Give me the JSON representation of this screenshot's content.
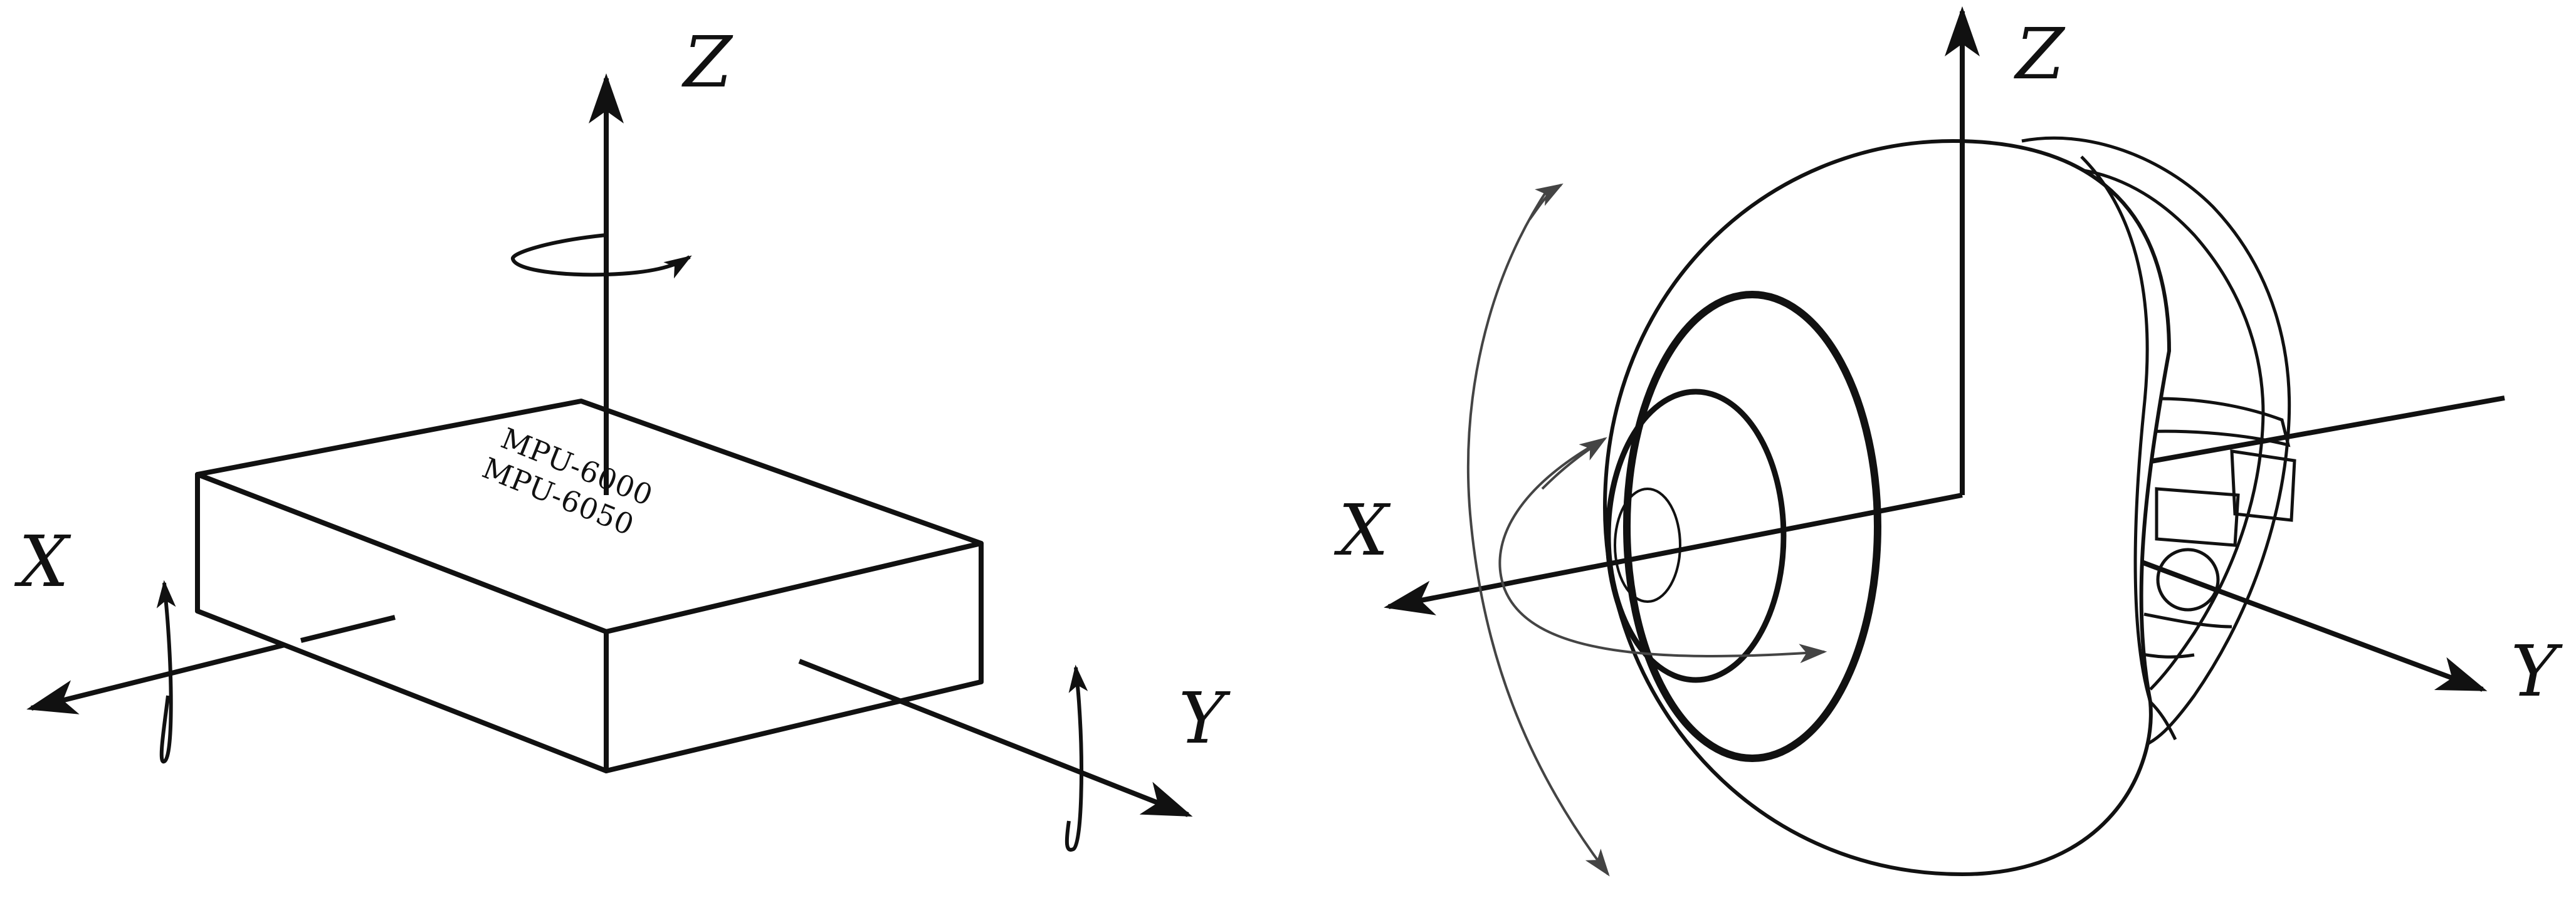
{
  "diagram": {
    "left": {
      "axes": {
        "x": "X",
        "y": "Y",
        "z": "Z"
      },
      "chip_labels": [
        "MPU-6000",
        "MPU-6050"
      ]
    },
    "right": {
      "axes": {
        "x": "X",
        "y": "Y",
        "z": "Z"
      }
    }
  }
}
